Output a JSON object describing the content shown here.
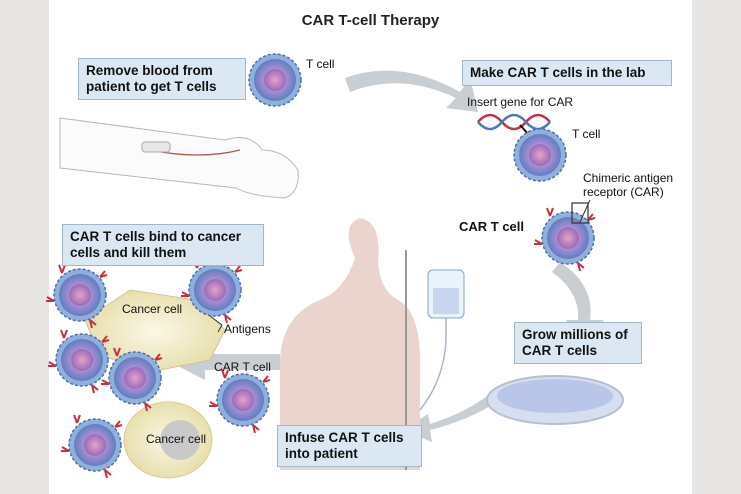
{
  "title": "CAR T-cell Therapy",
  "steps": {
    "remove": "Remove blood from patient to get T cells",
    "make": "Make CAR T cells in the lab",
    "grow": "Grow millions of CAR T cells",
    "infuse": "Infuse CAR T cells into patient",
    "bind": "CAR T cells bind to cancer cells and kill them"
  },
  "labels": {
    "t_cell_top": "T cell",
    "insert_gene": "Insert gene for CAR",
    "t_cell_lab": "T cell",
    "car": "Chimeric antigen receptor (CAR)",
    "car_t_cell": "CAR T cell",
    "cancer_cell_1": "Cancer cell",
    "antigens": "Antigens",
    "car_t_cell_2": "CAR T cell",
    "cancer_cell_2": "Cancer cell"
  },
  "colors": {
    "box_fill": "#dbe8f3",
    "arrow": "#c9ced3",
    "cell_purple": "#8b7fc0",
    "receptor_red": "#c8303a",
    "cancer_cream": "#f2ecc8"
  }
}
